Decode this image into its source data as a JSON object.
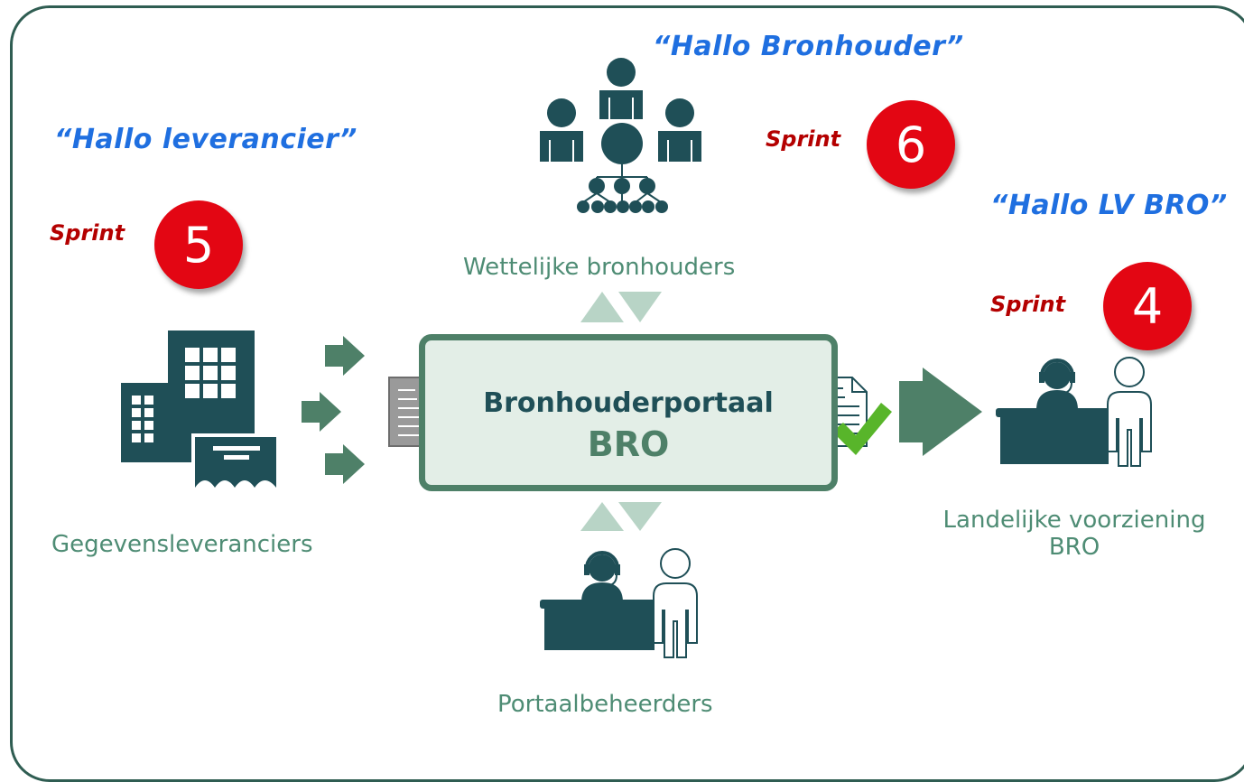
{
  "colors": {
    "frame": "#2f5d52",
    "dark_teal": "#1f4f57",
    "green_arrow": "#4e8068",
    "label_green": "#4e8c74",
    "hallo_blue": "#1f6fe0",
    "sprint_red": "#b40000",
    "badge_red": "#e30613",
    "check_green": "#58b52a"
  },
  "callouts": {
    "hallo_leverancier": "“Hallo leverancier”",
    "hallo_bronhouder": "“Hallo Bronhouder”",
    "hallo_lv_bro": "“Hallo LV BRO”"
  },
  "sprints": [
    {
      "label": "Sprint",
      "number": "5"
    },
    {
      "label": "Sprint",
      "number": "6"
    },
    {
      "label": "Sprint",
      "number": "4"
    }
  ],
  "portal": {
    "title": "Bronhouderportaal",
    "subtitle": "BRO"
  },
  "actors": {
    "gegevensleveranciers": "Gegevensleveranciers",
    "wettelijke_bronhouders": "Wettelijke bronhouders",
    "portaalbeheerders": "Portaalbeheerders",
    "landelijke_voorziening_line1": "Landelijke voorziening",
    "landelijke_voorziening_line2": "BRO"
  },
  "icons": {
    "building": "office-building-icon",
    "network": "people-network-icon",
    "helpdesk": "helpdesk-icon",
    "document": "document-icon",
    "document_check": "document-check-icon"
  }
}
